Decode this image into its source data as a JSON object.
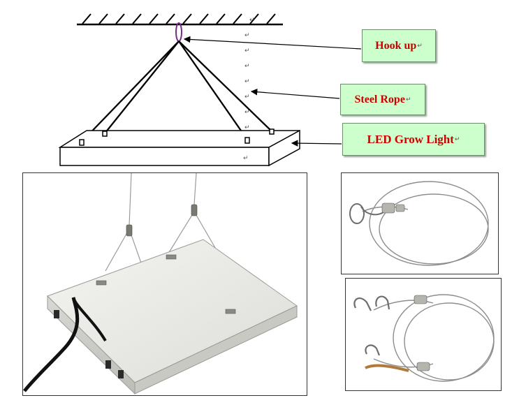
{
  "labels": {
    "hook_up": "Hook up",
    "steel_rope": "Steel Rope",
    "led_grow_light": "LED Grow Light"
  },
  "return_mark": "↵",
  "colors": {
    "label_text": "#cc0000",
    "label_fill": "#ccffcc",
    "hook_ring": "#7a2a8a",
    "panel": "#e6e6e2",
    "cable": "#111111"
  },
  "icons": [
    "ceiling-hatch",
    "hook-ring-icon",
    "return-arrow-icon",
    "cable-loop-icon",
    "snap-hook-icon"
  ]
}
